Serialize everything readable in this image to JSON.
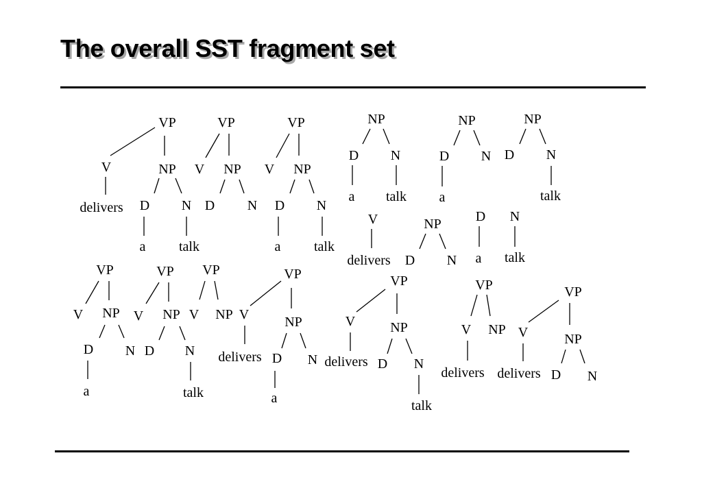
{
  "title": "The overall SST fragment set",
  "labels": {
    "vp": "VP",
    "np": "NP",
    "v": "V",
    "d": "D",
    "n": "N",
    "delivers": "delivers",
    "a": "a",
    "talk": "talk"
  }
}
